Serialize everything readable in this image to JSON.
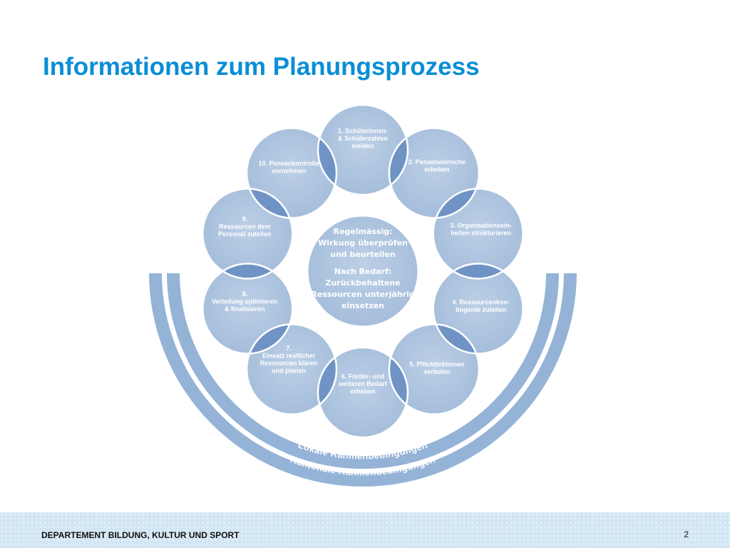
{
  "slide": {
    "title": "Informationen zum Planungsprozess",
    "footer_department": "DEPARTEMENT BILDUNG, KULTUR UND SPORT",
    "page_number": "2"
  },
  "colors": {
    "title": "#0a8ed6",
    "circle_fill": "#a9c0dc",
    "circle_overlap": "#6f93c4",
    "arc_fill": "#94b3d7",
    "footer_band": "#d3e6f4"
  },
  "diagram": {
    "center": {
      "lines": [
        "Regelmässig:",
        "Wirkung überprüfen",
        "und beurteilen",
        "Nach Bedarf:",
        "Zurückbehaltene",
        "Ressourcen unterjährig",
        "einsetzen"
      ]
    },
    "steps": [
      {
        "lines": [
          "1. Schülerinnen-",
          "& Schülerzahlen",
          "melden"
        ]
      },
      {
        "lines": [
          "2. Pensenwünsche",
          "erheben"
        ]
      },
      {
        "lines": [
          "3. Organisationsein-",
          "heiten strukturieren"
        ]
      },
      {
        "lines": [
          "4. Ressourcenkon-",
          "tingente zuteilen"
        ]
      },
      {
        "lines": [
          "5. Pflichtlektionen",
          "verteilen"
        ]
      },
      {
        "lines": [
          "6. Förder- und",
          "weiteren Bedarf",
          "erheben"
        ]
      },
      {
        "lines": [
          "7.",
          "Einsatz restlicher",
          "Ressourcen klären",
          "und planen"
        ]
      },
      {
        "lines": [
          "8.",
          "Verteilung optimieren",
          "& finalisieren"
        ]
      },
      {
        "lines": [
          "9.",
          "Ressourcen dem",
          "Personal zuteilen"
        ]
      },
      {
        "lines": [
          "10. Pensenkontrolle",
          "vornehmen"
        ]
      }
    ],
    "arcs": {
      "inner_label": "Lokale Rahmenbedingungen",
      "outer_label": "Kantonale Rahmenbedingungen"
    }
  }
}
